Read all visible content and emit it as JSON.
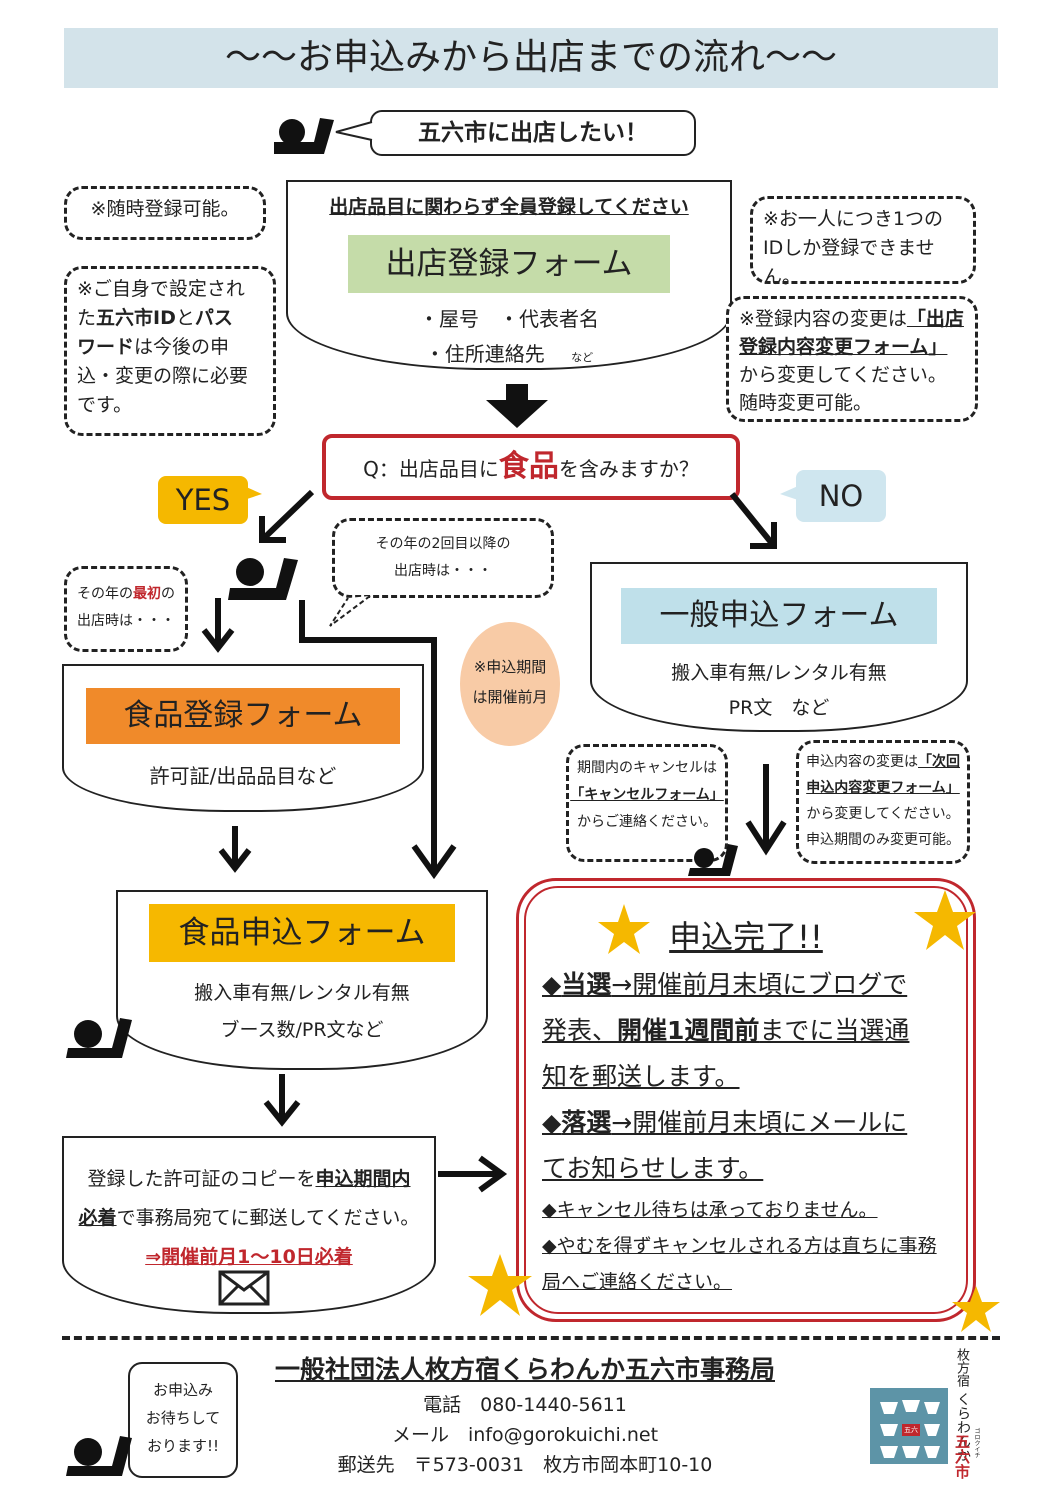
{
  "title": "～～お申込みから出店までの流れ～～",
  "speech_top": "五六市に出店したい！",
  "note_any_time": "※随時登録可能。",
  "note_id": [
    "※ご自身で設定され",
    "た",
    "五六市ID",
    "と",
    "パス",
    "ワード",
    "は今後の申",
    "込・変更の際に必要",
    "です。"
  ],
  "register_box": {
    "header": "出店品目に関わらず全員登録してください",
    "form_label": "出店登録フォーム",
    "line1": "・屋号　・代表者名",
    "line2": "・住所連絡先",
    "etc": "など"
  },
  "note_one_id": [
    "※お一人につき1つの",
    "IDしか登録できません。"
  ],
  "note_change": {
    "pre": "※登録内容の変更は",
    "link": "「出店登録内容変更フォーム」",
    "post": "から変更してください。",
    "last": "随時変更可能。"
  },
  "question": {
    "pre": "Q：出店品目に",
    "em": "食品",
    "post": "を含みますか？"
  },
  "yes": "YES",
  "no": "NO",
  "note_second": [
    "その年の2回目以降の",
    "出店時は・・・"
  ],
  "note_first": {
    "pre": "その年の",
    "em": "最初",
    "post": "の",
    "line2": "出店時は・・・"
  },
  "circle_note": [
    "※申込期間",
    "は開催前月"
  ],
  "general_form": {
    "label": "一般申込フォーム",
    "line1": "搬入車有無/レンタル有無",
    "line2": "PR文　など"
  },
  "food_register": {
    "label": "食品登録フォーム",
    "line1": "許可証/出品品目など"
  },
  "cancel_note": {
    "line1": "期間内のキャンセルは",
    "link": "「キャンセルフォーム」",
    "line3": "からご連絡ください。"
  },
  "change_note": {
    "pre": "申込内容の変更は",
    "link1": "「次回",
    "link2": "申込内容変更フォーム」",
    "line3": "から変更してください。",
    "line4": "申込期間のみ変更可能。"
  },
  "food_apply": {
    "label": "食品申込フォーム",
    "line1": "搬入車有無/レンタル有無",
    "line2": "ブース数/PR文など"
  },
  "complete": {
    "title": "申込完了!!",
    "l1a": "◆",
    "l1b": "当選",
    "l1c": "→開催前月末頃にブログで",
    "l2a": "発表、",
    "l2b": "開催1週間前",
    "l2c": "までに当選通",
    "l3": "知を郵送します。",
    "l4a": "◆",
    "l4b": "落選",
    "l4c": "→開催前月末頃にメールに",
    "l5": "てお知らせします。",
    "l6": "◆キャンセル待ちは承っておりません。",
    "l7": "◆やむを得ずキャンセルされる方は直ちに事務",
    "l8": "局へご連絡ください。"
  },
  "mail_box": {
    "l1a": "登録した許可証のコピーを",
    "l1b": "申込期間内",
    "l2a": "必着",
    "l2b": "で事務局宛てに郵送してください。",
    "l3": "⇒開催前月1～10日必着"
  },
  "footer": {
    "org": "一般社団法人枚方宿くらわんか五六市事務局",
    "tel_label": "電話",
    "tel": "080-1440-5611",
    "mail_label": "メール",
    "mail": "info@gorokuichi.net",
    "post_label": "郵送先",
    "post": "〒573-0031　枚方市岡本町10-10",
    "bubble": [
      "お申込み",
      "お待ちして",
      "おります!!"
    ],
    "logo_text": [
      "枚方宿",
      "くらわんか",
      "五六市"
    ],
    "logo_small": "ゴロクイチ",
    "logo_inner": "五六"
  },
  "colors": {
    "title_bg": "#d3e3ea",
    "register_bg": "#c5dca9",
    "question_border": "#c0272d",
    "yes_bg": "#f5b800",
    "no_bg": "#cfe6ef",
    "general_bg": "#bfe0ea",
    "food_register_bg": "#f08a2a",
    "food_apply_bg": "#f6b800",
    "circle_bg": "#f8cba6",
    "complete_border": "#c0272d",
    "star": "#f5b800",
    "logo_bg": "#5d94a7"
  }
}
